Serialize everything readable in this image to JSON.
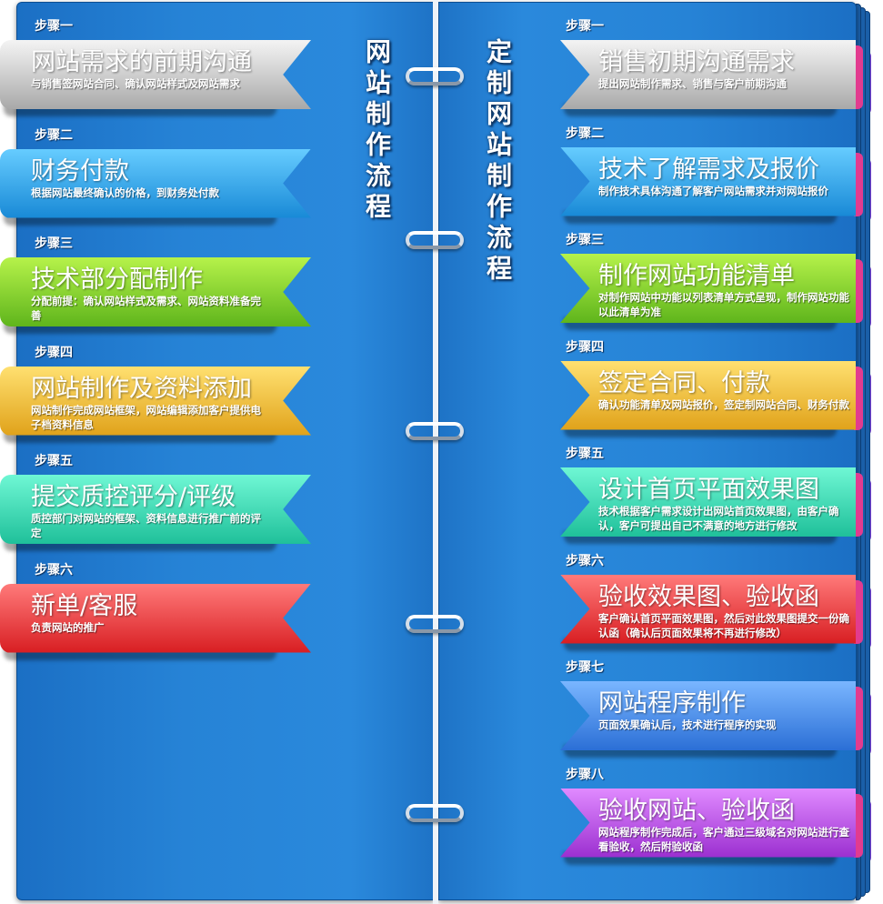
{
  "left_title": "网站制作流程",
  "right_title": "定制网站制作流程",
  "left_steps": [
    {
      "step": "步骤一",
      "title": "网站需求的前期沟通",
      "desc": "与销售签网站合同、确认网站样式及网站需求",
      "color_a": "#f4f4f4",
      "color_b": "#a9a9a9"
    },
    {
      "step": "步骤二",
      "title": "财务付款",
      "desc": "根据网站最终确认的价格，到财务处付款",
      "color_a": "#66ccff",
      "color_b": "#1889d6"
    },
    {
      "step": "步骤三",
      "title": "技术部分配制作",
      "desc": "分配前提：确认网站样式及需求、网站资料准备完善",
      "color_a": "#b6f24a",
      "color_b": "#5fb51c"
    },
    {
      "step": "步骤四",
      "title": "网站制作及资料添加",
      "desc": "网站制作完成网站框架，网站编辑添加客户提供电子档资料信息",
      "color_a": "#ffe070",
      "color_b": "#e0a21a"
    },
    {
      "step": "步骤五",
      "title": "提交质控评分/评级",
      "desc": "质控部门对网站的框架、资料信息进行推广前的评定",
      "color_a": "#6ff7d4",
      "color_b": "#1fc09a"
    },
    {
      "step": "步骤六",
      "title": "新单/客服",
      "desc": "负责网站的推广",
      "color_a": "#ff7a7a",
      "color_b": "#d81e22"
    }
  ],
  "right_steps": [
    {
      "step": "步骤一",
      "title": "销售初期沟通需求",
      "desc": "提出网站制作需求、销售与客户前期沟通",
      "color_a": "#f4f4f4",
      "color_b": "#a9a9a9"
    },
    {
      "step": "步骤二",
      "title": "技术了解需求及报价",
      "desc": "制作技术具体沟通了解客户网站需求并对网站报价",
      "color_a": "#66ccff",
      "color_b": "#1889d6"
    },
    {
      "step": "步骤三",
      "title": "制作网站功能清单",
      "desc": "对制作网站中功能以列表清单方式呈现，制作网站功能以此清单为准",
      "color_a": "#b6f24a",
      "color_b": "#5fb51c"
    },
    {
      "step": "步骤四",
      "title": "签定合同、付款",
      "desc": "确认功能清单及网站报价，签定制网站合同、财务付款",
      "color_a": "#ffe070",
      "color_b": "#e0a21a"
    },
    {
      "step": "步骤五",
      "title": "设计首页平面效果图",
      "desc": "技术根据客户需求设计出网站首页效果图，由客户确认，客户可提出自己不满意的地方进行修改",
      "color_a": "#6ff7d4",
      "color_b": "#1fc09a"
    },
    {
      "step": "步骤六",
      "title": "验收效果图、验收函",
      "desc": "客户确认首页平面效果图，然后对此效果图提交一份确认函（确认后页面效果将不再进行修改）",
      "color_a": "#ff7a7a",
      "color_b": "#d81e22"
    },
    {
      "step": "步骤七",
      "title": "网站程序制作",
      "desc": "页面效果确认后，技术进行程序的实现",
      "color_a": "#7ab6ff",
      "color_b": "#2b6fd6"
    },
    {
      "step": "步骤八",
      "title": "验收网站、验收函",
      "desc": "网站程序制作完成后，客户通过三级域名对网站进行查看验收，然后附验收函",
      "color_a": "#e08aff",
      "color_b": "#9b2fd0"
    }
  ],
  "stack_colors": [
    "#e23b8f",
    "#26b24a",
    "#f6c21a",
    "#7a3fd6"
  ]
}
